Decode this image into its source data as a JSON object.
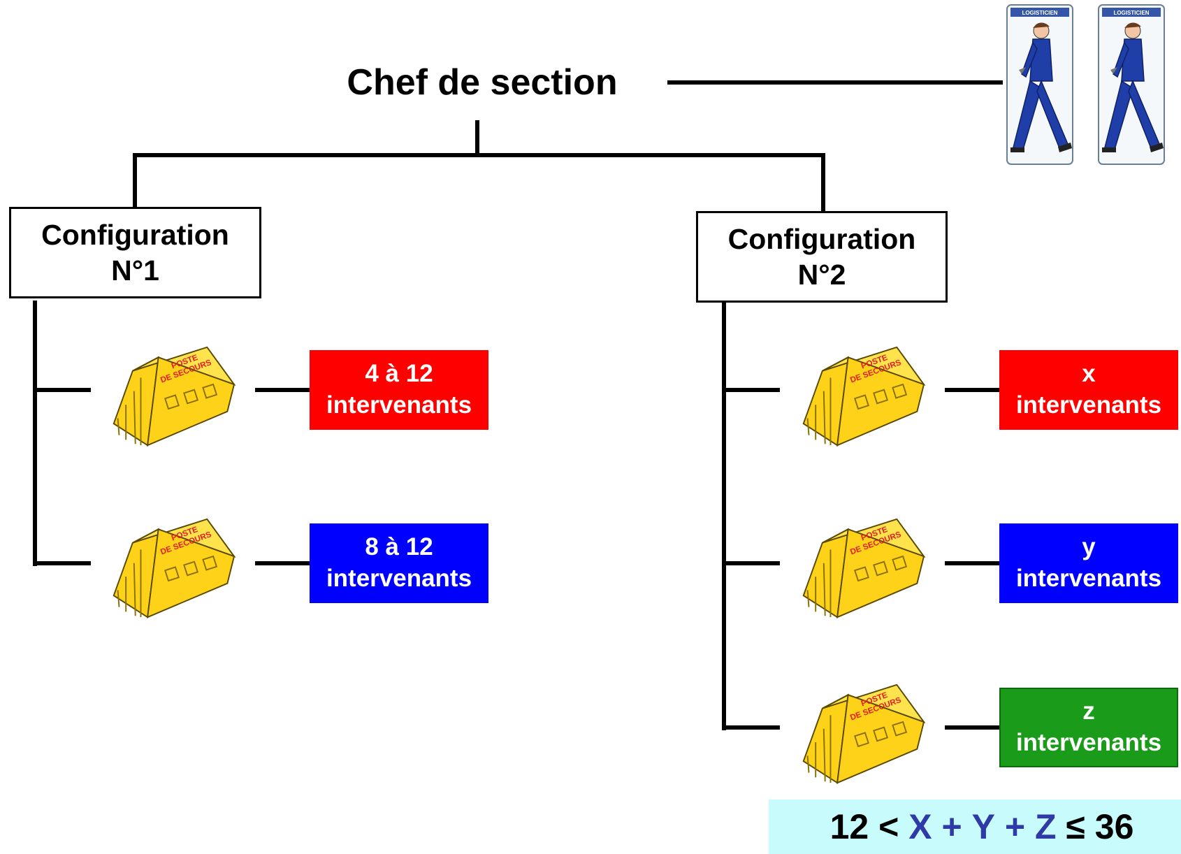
{
  "title": "Chef de section",
  "worker_label": "LOGISTICIEN",
  "tent_label": {
    "line1": "POSTE",
    "line2": "DE SECOURS"
  },
  "configurations": [
    {
      "line1": "Configuration",
      "line2": "N°1",
      "teams": [
        {
          "value": "4 à 12",
          "label": "intervenants",
          "color": "#ff0000"
        },
        {
          "value": "8 à 12",
          "label": "intervenants",
          "color": "#0000ff"
        }
      ]
    },
    {
      "line1": "Configuration",
      "line2": "N°2",
      "teams": [
        {
          "value": "x",
          "label": "intervenants",
          "color": "#ff0000"
        },
        {
          "value": "y",
          "label": "intervenants",
          "color": "#0000ff"
        },
        {
          "value": "z",
          "label": "intervenants",
          "color": "#1a9b1a"
        }
      ]
    }
  ],
  "formula": {
    "left": "12 <",
    "x": "X",
    "plus1": "+",
    "y": "Y",
    "plus2": "+",
    "z": "Z",
    "right": "≤ 36"
  },
  "colors": {
    "formula_bg": "#c8fbfb",
    "formula_vars": "#2e3aa6",
    "tent": "#ffd21a",
    "uniform": "#1f3ea8"
  }
}
